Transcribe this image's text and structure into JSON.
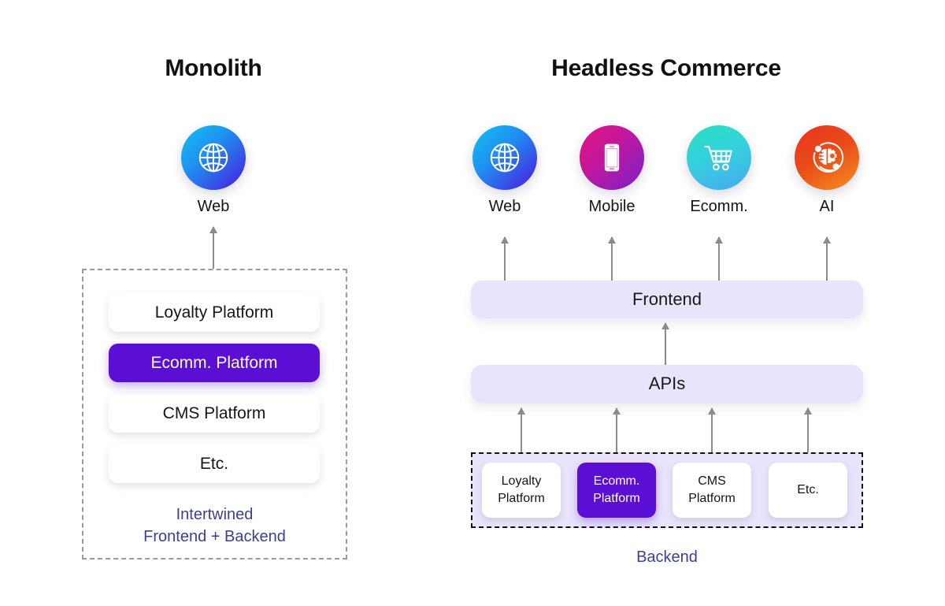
{
  "columns": {
    "monolith": {
      "title": "Monolith",
      "channel": {
        "label": "Web",
        "icon": "globe-icon"
      },
      "stack": [
        {
          "label": "Loyalty Platform",
          "accent": false
        },
        {
          "label": "Ecomm. Platform",
          "accent": true
        },
        {
          "label": "CMS Platform",
          "accent": false
        },
        {
          "label": "Etc.",
          "accent": false
        }
      ],
      "caption_line1": "Intertwined",
      "caption_line2": "Frontend + Backend"
    },
    "headless": {
      "title": "Headless Commerce",
      "channels": [
        {
          "label": "Web",
          "icon": "globe-icon"
        },
        {
          "label": "Mobile",
          "icon": "smartphone-icon"
        },
        {
          "label": "Ecomm.",
          "icon": "shopping-cart-icon"
        },
        {
          "label": "AI",
          "icon": "ai-brain-gear-icon"
        }
      ],
      "layers": [
        {
          "label": "Frontend"
        },
        {
          "label": "APIs"
        }
      ],
      "backend_cards": [
        {
          "line1": "Loyalty",
          "line2": "Platform",
          "accent": false
        },
        {
          "line1": "Ecomm.",
          "line2": "Platform",
          "accent": true
        },
        {
          "line1": "CMS",
          "line2": "Platform",
          "accent": false
        },
        {
          "line1": "Etc.",
          "line2": "",
          "accent": false
        }
      ],
      "caption": "Backend"
    }
  },
  "colors": {
    "accent_purple": "#5b0fd4",
    "lavender_bar": "#e9e4fb",
    "caption_indigo": "#3b3f96",
    "arrow_gray": "#8b8b8b",
    "dashed_gray": "#9a9a9a",
    "dashed_black": "#111111",
    "background": "#ffffff"
  }
}
